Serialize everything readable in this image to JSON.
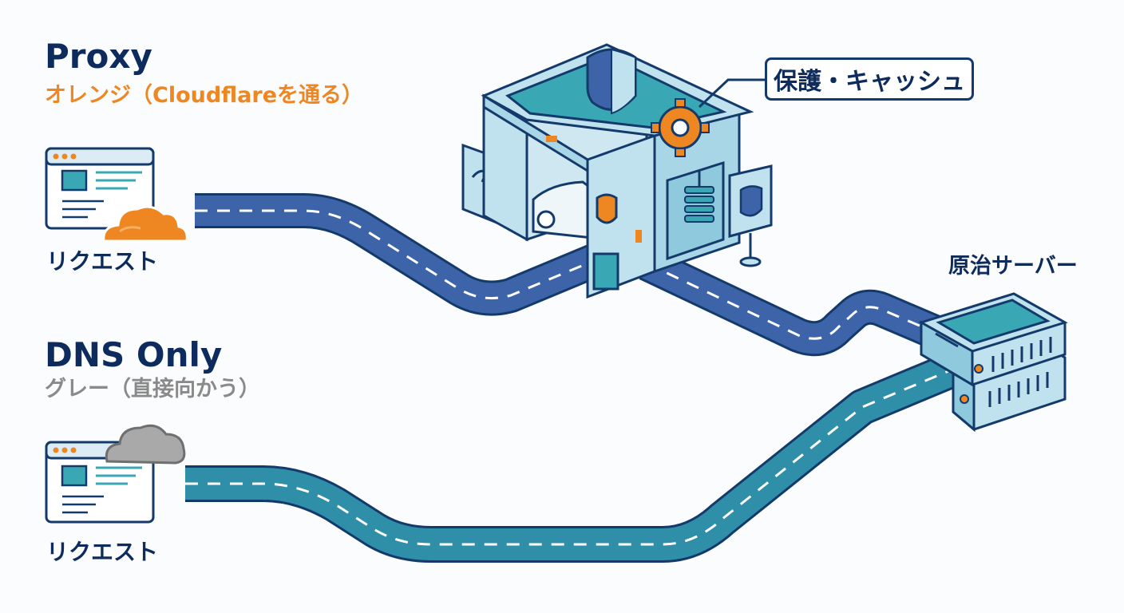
{
  "proxy": {
    "title": "Proxy",
    "subtitle": "オレンジ（Cloudflareを通る）",
    "request_label": "リクエスト"
  },
  "dns_only": {
    "title": "DNS Only",
    "subtitle": "グレー（直接向かう）",
    "request_label": "リクエスト"
  },
  "gateway": {
    "callout": "保護・キャッシュ"
  },
  "server": {
    "label": "原治サーバー"
  },
  "colors": {
    "navy": "#143a6b",
    "proxy_road": "#3d64a8",
    "dns_road": "#2f8ea8",
    "teal": "#3aa8b4",
    "light_blue": "#bfe2ee",
    "orange": "#ee8622",
    "gray_cloud": "#a9a9a9"
  }
}
